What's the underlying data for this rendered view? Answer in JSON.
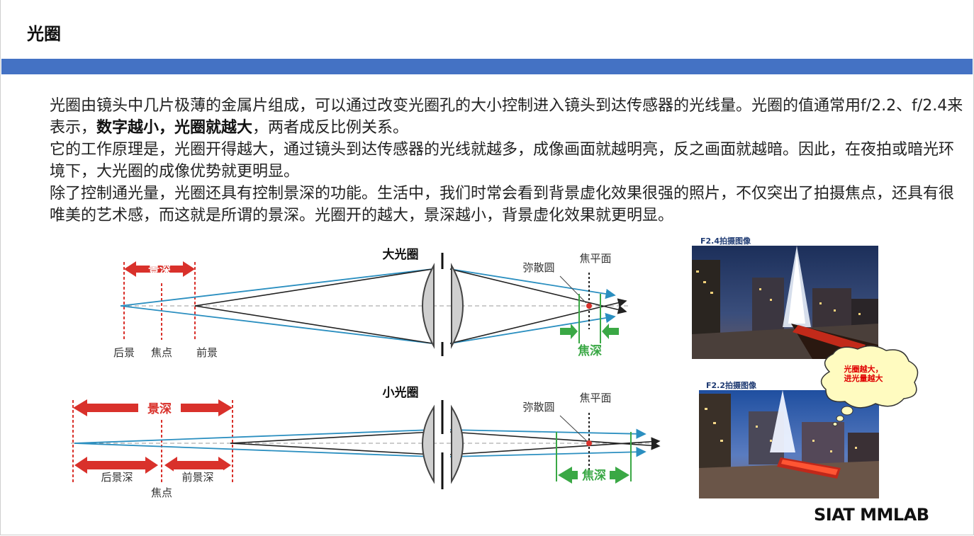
{
  "slide": {
    "title": "光圈",
    "logo": "SIAT MMLAB"
  },
  "body": {
    "para1_start": "光圈由镜头中几片极薄的金属片组成，可以通过改变光圈孔的大小控制进入镜头到达传感器的光线量。光圈的值通常用f/2.2、f/2.4来表示，",
    "para1_bold": "数字越小，光圈就越大",
    "para1_end": "，两者成反比例关系。",
    "para2": "它的工作原理是，光圈开得越大，通过镜头到达传感器的光线就越多，成像画面就越明亮，反之画面就越暗。因此，在夜拍或暗光环境下，大光圈的成像优势就更明显。",
    "para3": "除了控制通光量，光圈还具有控制景深的功能。生活中，我们时常会看到背景虚化效果很强的照片，不仅突出了拍摄焦点，还具有很唯美的艺术感，而这就是所谓的景深。光圈开的越大，景深越小，背景虚化效果就更明显。"
  },
  "diagram_top": {
    "aperture_label": "大光圈",
    "dof_label": "景深",
    "coc_label": "弥散圆",
    "focal_plane_label": "焦平面",
    "back_label": "后景",
    "focus_label": "焦点",
    "front_label": "前景",
    "focus_depth_label": "焦深"
  },
  "diagram_bottom": {
    "aperture_label": "小光圈",
    "dof_label": "景深",
    "coc_label": "弥散圆",
    "focal_plane_label": "焦平面",
    "back_dof_label": "后景深",
    "front_dof_label": "前景深",
    "focus_label": "焦点",
    "focus_depth_label": "焦深"
  },
  "photos": {
    "top_caption": "F2.4拍摄图像",
    "bottom_caption": "F2.2拍摄图像",
    "thought_line1": "光圈越大，",
    "thought_line2": "进光量越大"
  },
  "colors": {
    "title_bar": "#4472c4",
    "arrow_red": "#d9312b",
    "ray_blue": "#2b8fc0",
    "focus_green": "#3aa845"
  }
}
